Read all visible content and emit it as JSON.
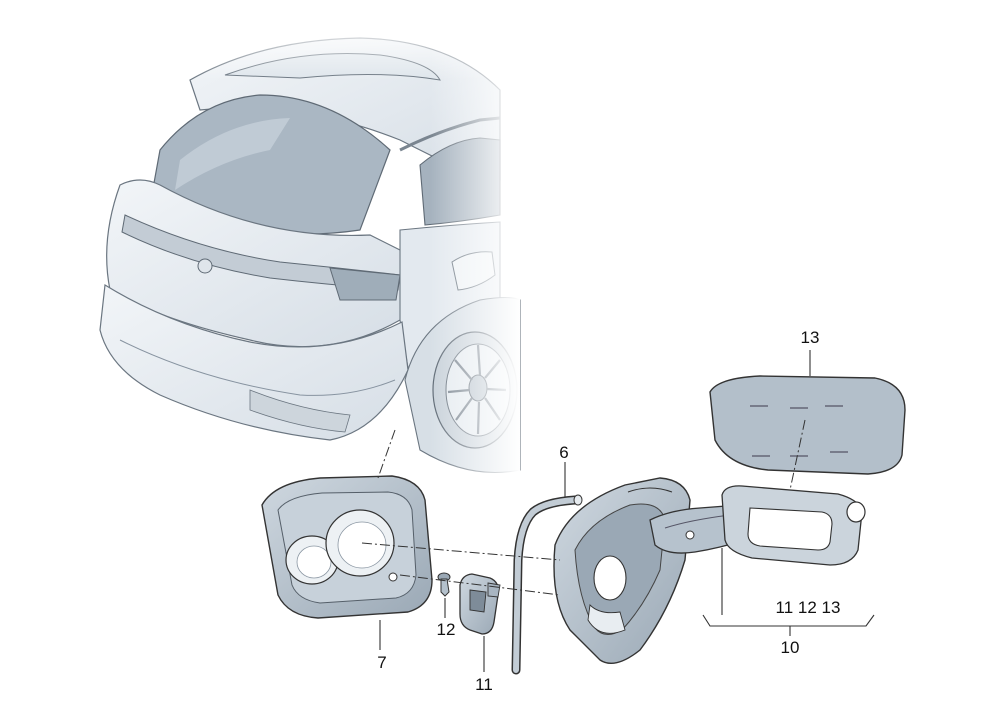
{
  "callouts": {
    "p13_top": "13",
    "p6": "6",
    "p7": "7",
    "p12": "12",
    "p11": "11",
    "group_items": "11 12 13",
    "group_label": "10"
  },
  "colors": {
    "line": "#333333",
    "part_fill": "#b4c1cc",
    "part_dark": "#8e9ca8",
    "part_light": "#dce3ea",
    "car_fill": "#e7ecf1",
    "glass": "#a9b6c2"
  }
}
